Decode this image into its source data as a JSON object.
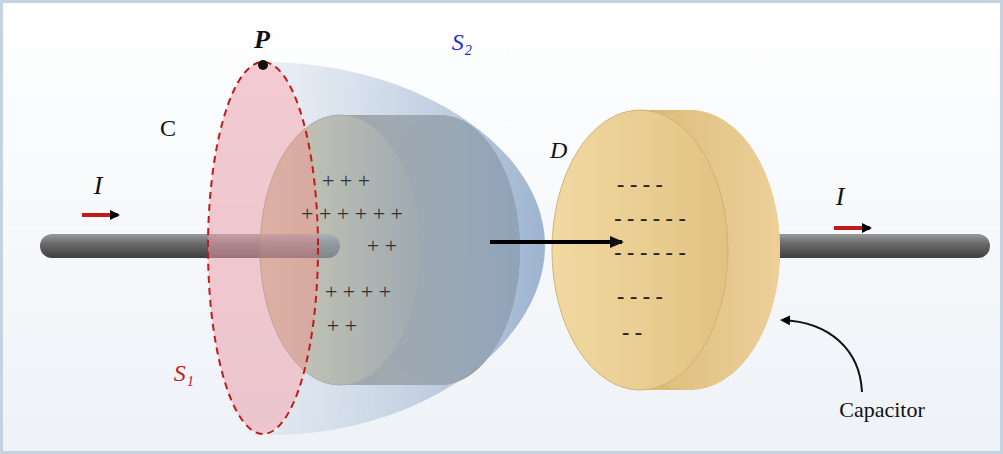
{
  "diagram": {
    "labels": [
      "P",
      "C",
      "S₂",
      "I",
      "D⃗",
      "+ + +",
      "+ + + + + +",
      "+ +",
      "+ + + +",
      "+ +",
      "- - - -",
      "- - - - - -",
      "- - - - - -",
      "- - - -",
      "- -",
      "I",
      "S₁",
      "Capacitor"
    ]
  }
}
